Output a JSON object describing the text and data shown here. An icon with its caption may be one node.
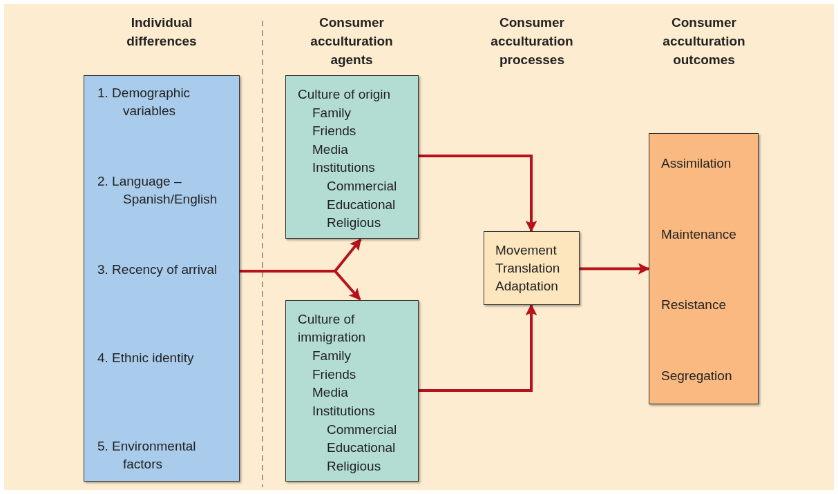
{
  "diagram": {
    "nodes": [
      {
        "text": [
          "1. Demographic variables",
          "2. Language – Spanish/English",
          "3. Recency of arrival",
          "4. Ethnic identity",
          "5. Environmental factors"
        ]
      },
      {
        "text": [
          "Culture of origin",
          "Family",
          "Friends",
          "Media",
          "Institutions",
          "Commercial",
          "Educational",
          "Religious"
        ]
      },
      {
        "text": [
          "Culture of immigration",
          "Family",
          "Friends",
          "Media",
          "Institutions",
          "Commercial",
          "Educational",
          "Religious"
        ]
      },
      {
        "text": [
          "Movement",
          "Translation",
          "Adaptation"
        ]
      },
      {
        "text": [
          "Assimilation",
          "Maintenance",
          "Resistance",
          "Segregation"
        ]
      }
    ],
    "edges": [
      {
        "from": 0,
        "to": 1,
        "arrow": "to"
      },
      {
        "from": 0,
        "to": 2,
        "arrow": "to"
      },
      {
        "from": 1,
        "to": 3,
        "arrow": "to"
      },
      {
        "from": 2,
        "to": 3,
        "arrow": "to"
      },
      {
        "from": 3,
        "to": 4,
        "arrow": "to"
      }
    ],
    "labels": [
      "Individual differences",
      "Consumer acculturation agents",
      "Consumer acculturation processes",
      "Consumer acculturation outcomes"
    ]
  }
}
